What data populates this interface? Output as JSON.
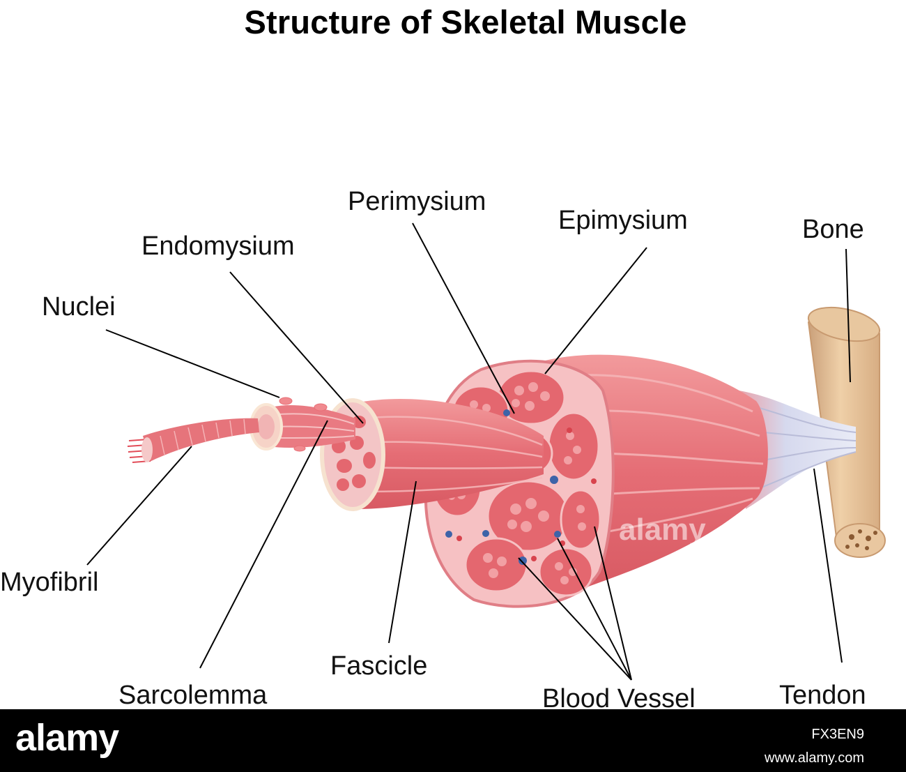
{
  "title": "Structure of Skeletal Muscle",
  "labels": {
    "perimysium": "Perimysium",
    "epimysium": "Epimysium",
    "bone": "Bone",
    "endomysium": "Endomysium",
    "nuclei": "Nuclei",
    "myofibril": "Myofibril",
    "sarcolemma": "Sarcolemma",
    "fascicle": "Fascicle",
    "blood_vessel": "Blood Vessel",
    "tendon": "Tendon"
  },
  "watermark": "alamy",
  "footer": {
    "logo": "alamy",
    "image_id": "FX3EN9",
    "url": "www.alamy.com"
  },
  "colors": {
    "muscle": "#e8737a",
    "muscle_light": "#f4a7a9",
    "connective": "#f8c9c6",
    "bone": "#e2b98d",
    "tendon": "#cfd4ea",
    "vessel_blue": "#3d63a8",
    "vessel_red": "#d8434d"
  }
}
